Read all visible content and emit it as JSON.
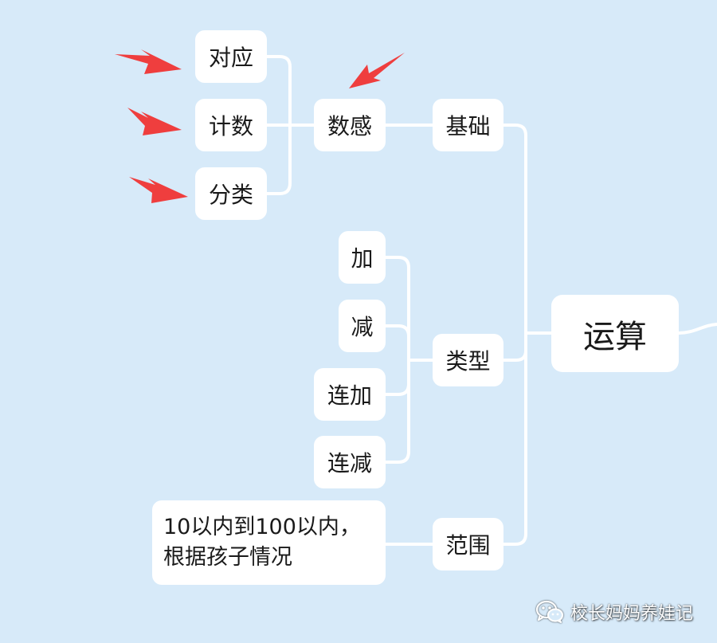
{
  "diagram": {
    "root": "运算",
    "branches": [
      {
        "label": "基础",
        "children": [
          {
            "label": "数感",
            "children": [
              {
                "label": "对应"
              },
              {
                "label": "计数"
              },
              {
                "label": "分类"
              }
            ]
          }
        ]
      },
      {
        "label": "类型",
        "children": [
          {
            "label": "加"
          },
          {
            "label": "减"
          },
          {
            "label": "连加"
          },
          {
            "label": "连减"
          }
        ]
      },
      {
        "label": "范围",
        "children": [
          {
            "label": "10以内到100以内，\n根据孩子情况"
          }
        ]
      }
    ]
  },
  "colors": {
    "background": "#d7eaf9",
    "node_fill": "#ffffff",
    "connector": "#ffffff",
    "arrow": "#ef3e3e"
  },
  "annotations": {
    "arrow_icon": "red-arrow-icon",
    "arrow_count": 4
  },
  "watermark": {
    "icon": "wechat-icon",
    "text": "校长妈妈养娃记"
  }
}
